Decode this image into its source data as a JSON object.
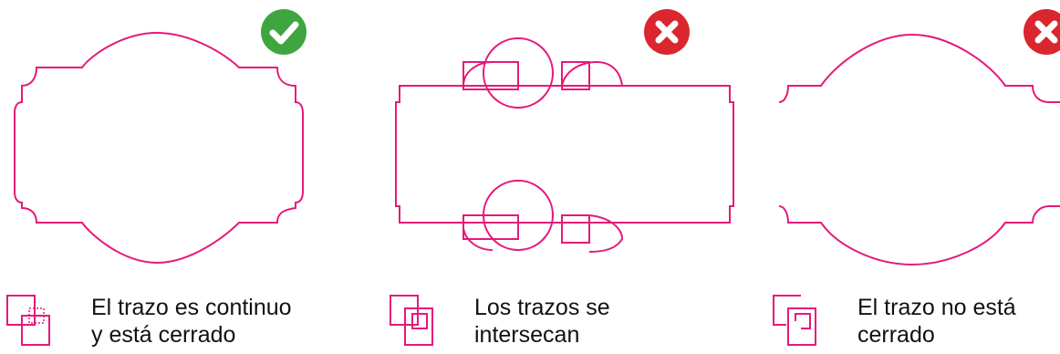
{
  "colors": {
    "stroke": "#e6197b",
    "ok": "#3fa63f",
    "error": "#d9262f",
    "text": "#111111"
  },
  "panels": [
    {
      "status": "correct",
      "badge_icon": "checkmark-icon",
      "caption_line1": "El trazo es continuo",
      "caption_line2": "y está cerrado"
    },
    {
      "status": "incorrect",
      "badge_icon": "x-mark-icon",
      "caption_line1": "Los trazos se",
      "caption_line2": "intersecan"
    },
    {
      "status": "incorrect",
      "badge_icon": "x-mark-icon",
      "caption_line1": "El trazo no está",
      "caption_line2": "cerrado"
    }
  ]
}
